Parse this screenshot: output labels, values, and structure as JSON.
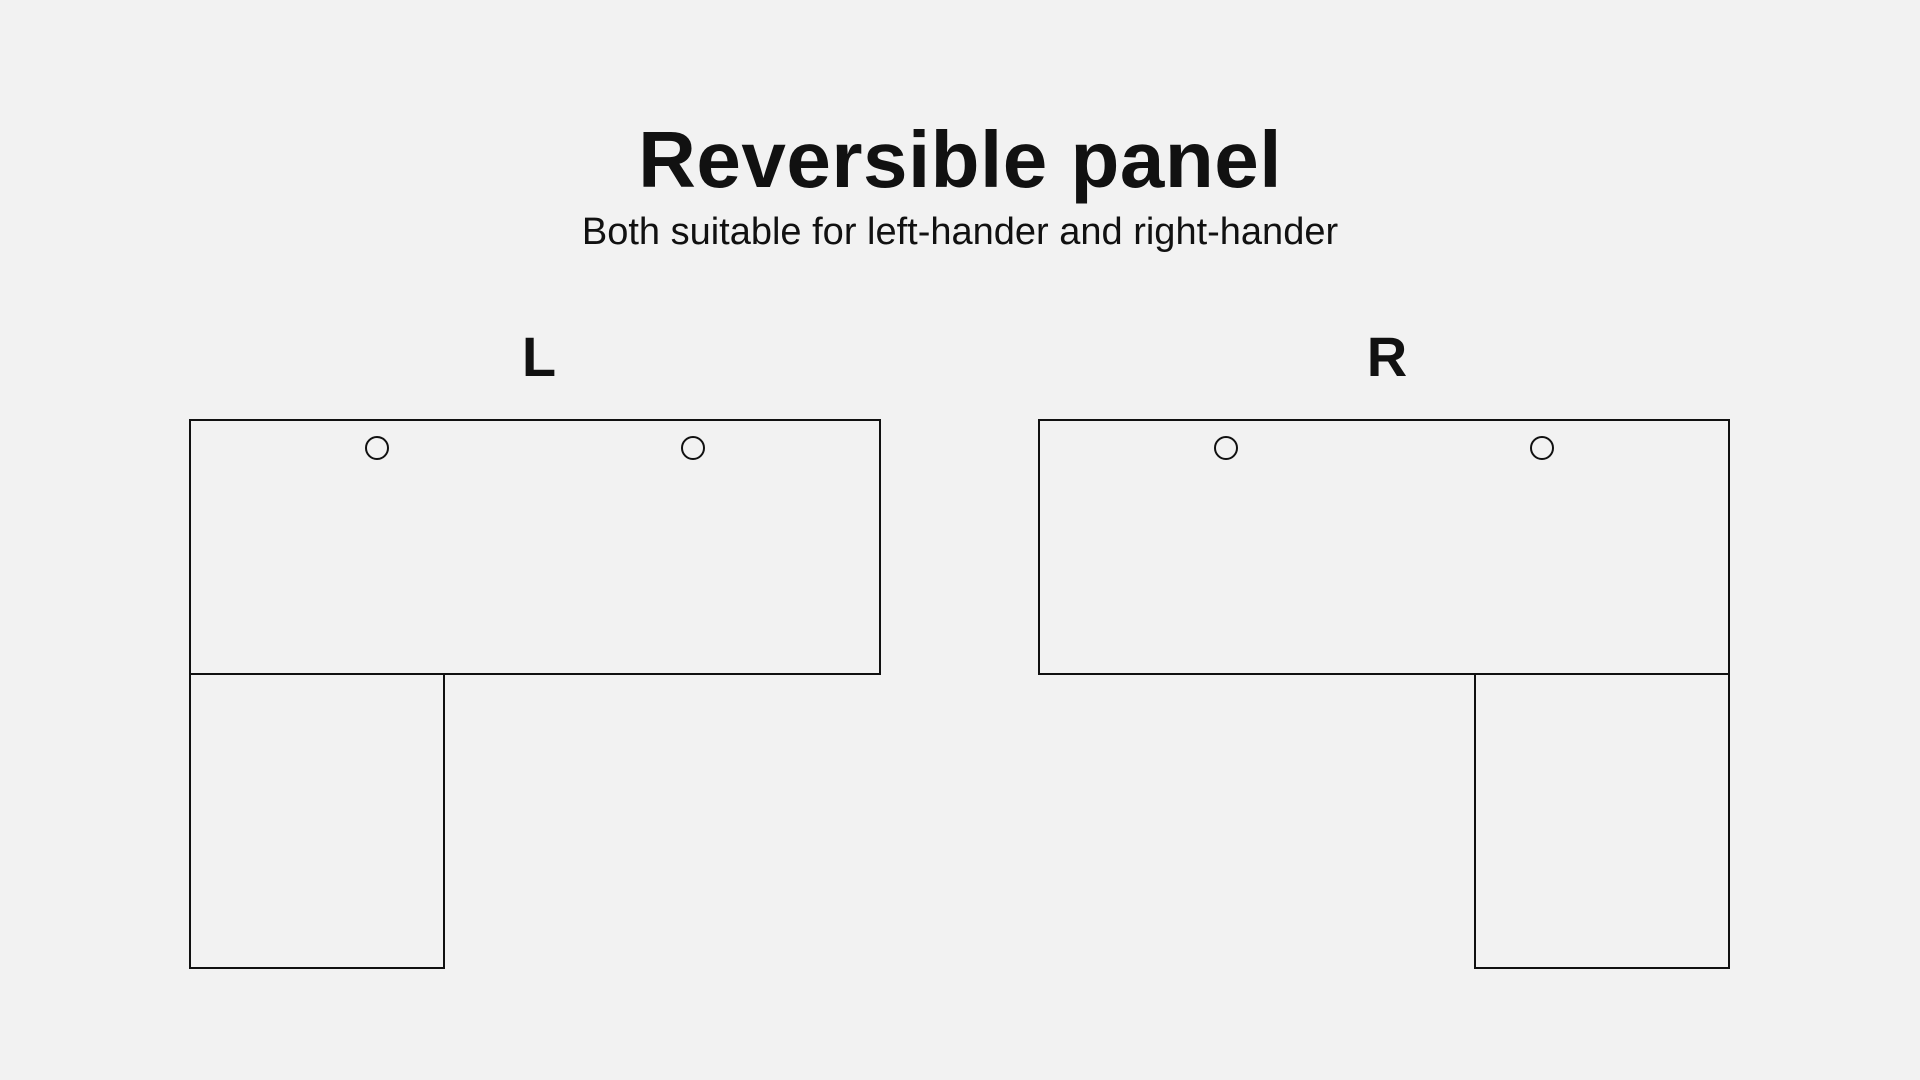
{
  "title": "Reversible panel",
  "subtitle": "Both suitable for left-hander and right-hander",
  "variants": [
    {
      "label": "L",
      "return_side": "left",
      "holes": 2
    },
    {
      "label": "R",
      "return_side": "right",
      "holes": 2
    }
  ],
  "colors": {
    "background": "#f2f2f2",
    "line": "#111111"
  }
}
